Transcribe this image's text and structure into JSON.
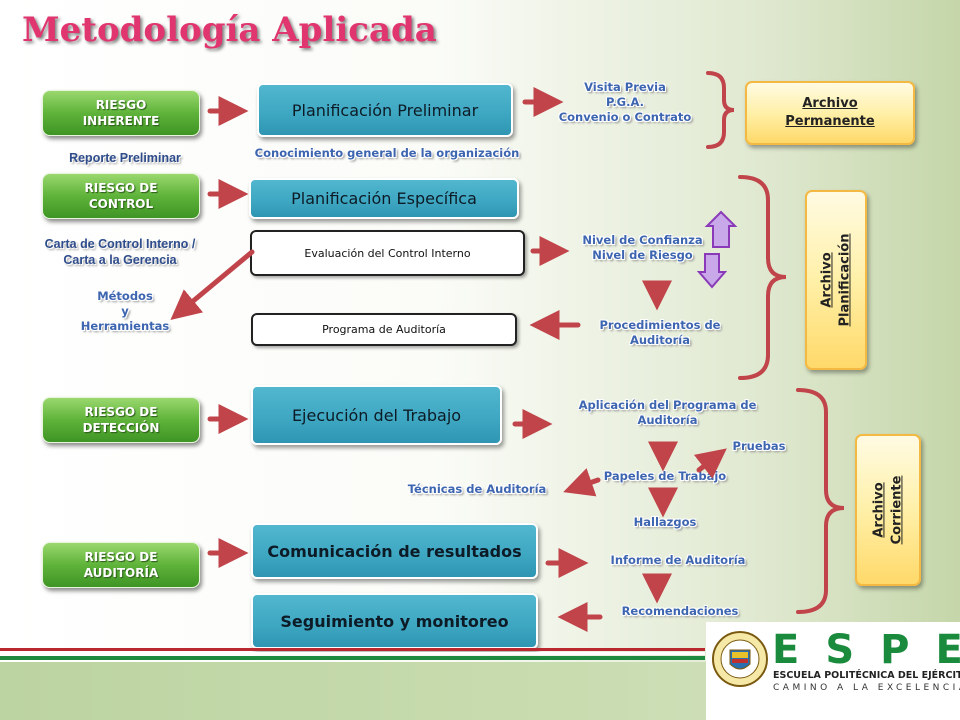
{
  "title": "Metodología Aplicada",
  "riesgos": [
    {
      "label": "RIESGO\nINHERENTE"
    },
    {
      "label": "RIESGO DE\nCONTROL"
    },
    {
      "label": "RIESGO DE\nDETECCIÓN"
    },
    {
      "label": "RIESGO DE\nAUDITORÍA"
    }
  ],
  "left_notes": {
    "reporte": "Reporte Preliminar",
    "carta": "Carta de Control Interno /\nCarta a la Gerencia",
    "metodos": "Métodos\ny\nHerramientas"
  },
  "center": {
    "plan_preliminar": "Planificación  Preliminar",
    "conocimiento": "Conocimiento general de la organización",
    "plan_especifica": "Planificación  Específica",
    "evaluacion": "Evaluación del Control Interno",
    "programa": "Programa de Auditoría",
    "ejecucion": "Ejecución del  Trabajo",
    "comunicacion": "Comunicación  de resultados",
    "seguimiento": "Seguimiento y monitoreo"
  },
  "right": {
    "visita": "Visita Previa\nP.G.A.\nConvenio o Contrato",
    "nivel": "Nivel de Confianza\nNivel de Riesgo",
    "procedimientos": "Procedimientos de\nAuditoría",
    "aplicacion": "Aplicación del Programa de\nAuditoría",
    "pruebas": "Pruebas",
    "papeles": "Papeles de Trabajo",
    "tecnicas": "Técnicas de Auditoría",
    "hallazgos": "Hallazgos",
    "informe": "Informe de Auditoría",
    "recomendaciones": "Recomendaciones"
  },
  "archivos": {
    "permanente": "Archivo\nPermanente",
    "planificacion": "Archivo\nPlanificación",
    "corriente": "Archivo\nCorriente"
  },
  "logo": {
    "letters": "ESPE",
    "line1": "ESCUELA POLITÉCNICA DEL EJÉRCITO",
    "line2": "CAMINO A LA EXCELENCIA"
  },
  "colors": {
    "title": "#e0356e",
    "arrow": "#c0444a",
    "green": "#5fb33a",
    "blue": "#3da6c1",
    "label_blue": "#3d65b0"
  }
}
